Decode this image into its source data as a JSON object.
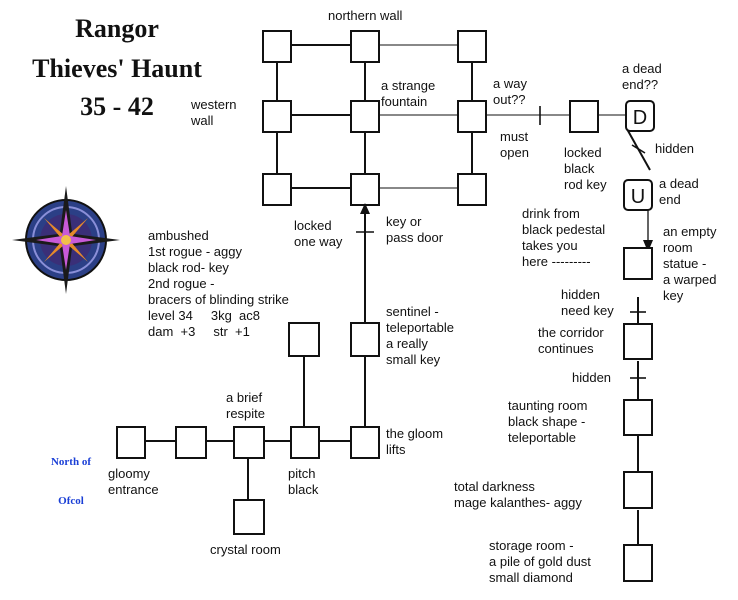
{
  "title": {
    "line1": "Rangor",
    "line2": "Thieves' Haunt",
    "line3": "35 - 42"
  },
  "start_label": {
    "line1": "North of",
    "line2": "Ofcol"
  },
  "colors": {
    "line": "#111111",
    "room_fill": "#ffffff",
    "start_label": "#1a3fd6"
  },
  "icons": [
    "compass-rose-icon"
  ],
  "map": {
    "stair_down": "D",
    "stair_up": "U"
  },
  "labels": {
    "northern_wall": "northern wall",
    "strange_fountain": "a strange\nfountain",
    "western_wall": "western\nwall",
    "way_out": "a way\nout??",
    "must_open": "must\nopen",
    "dead_end_top": "a dead\nend??",
    "hidden_1": "hidden",
    "locked_black_rod_key": "locked\nblack\nrod key",
    "dead_end_2": "a dead\nend",
    "drink_from_pedestal": "drink from\nblack pedestal\ntakes you\nhere ---------",
    "empty_room_statue": "an empty\nroom\nstatue -\na warped\nkey",
    "locked_one_way": "locked\none way",
    "key_or_pass_door": "key or\npass door",
    "ambushed": "ambushed\n1st rogue - aggy\nblack rod- key\n2nd rogue -\nbracers of blinding strike\nlevel 34     3kg  ac8\ndam  +3     str  +1",
    "hidden_need_key": "hidden\nneed key",
    "corridor_continues": "the corridor\ncontinues",
    "sentinel": "sentinel -\nteleportable\na really\nsmall key",
    "hidden_2": "hidden",
    "brief_respite": "a brief\nrespite",
    "taunting_room": "taunting room\nblack shape -\nteleportable",
    "gloom_lifts": "the gloom\nlifts",
    "gloomy_entrance": "gloomy\nentrance",
    "pitch_black": "pitch\nblack",
    "total_darkness": "total darkness\nmage kalanthes- aggy",
    "crystal_room": "crystal room",
    "storage_room": "storage room -\na pile of gold dust\nsmall diamond"
  }
}
